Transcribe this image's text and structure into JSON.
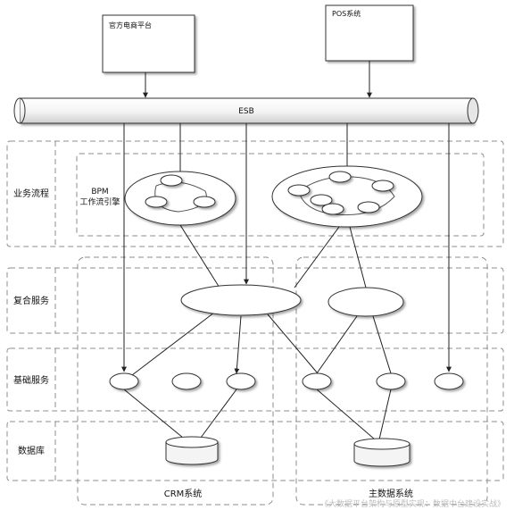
{
  "systems": {
    "ecommerce": "官方电商平台",
    "pos": "POS系统"
  },
  "bus": {
    "label": "ESB"
  },
  "layers": {
    "business_process": "业务流程",
    "composite_service": "复合服务",
    "basic_service": "基础服务",
    "database": "数据库"
  },
  "bpm": {
    "line1": "BPM",
    "line2": "工作流引擎"
  },
  "groups": {
    "crm": "CRM系统",
    "mdm": "主数据系统"
  },
  "watermark": "《大数据平台架构与原型实现：数据中台建设实战》"
}
